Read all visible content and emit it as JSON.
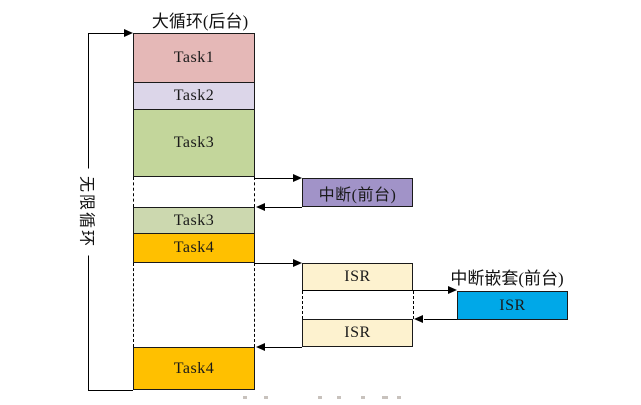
{
  "diagram": {
    "title": "大循环(后台)",
    "infinite_loop_label": "无限循环",
    "nested_interrupt_label": "中断嵌套(前台)",
    "blocks": {
      "task1": {
        "label": "Task1",
        "color": "#e5b8b7"
      },
      "task2": {
        "label": "Task2",
        "color": "#dcd6e9"
      },
      "task3": {
        "label": "Task3",
        "color": "#c3d69b"
      },
      "task3_resume": {
        "label": "Task3",
        "color": "#ccd8af"
      },
      "task4": {
        "label": "Task4",
        "color": "#ffc000"
      },
      "task4_resume": {
        "label": "Task4",
        "color": "#ffc000"
      },
      "interrupt": {
        "label": "中断(前台)",
        "color": "#a193c8"
      },
      "isr_first": {
        "label": "ISR",
        "color": "#fdf2cf"
      },
      "isr_second": {
        "label": "ISR",
        "color": "#fdf2cf"
      },
      "isr_nested": {
        "label": "ISR",
        "color": "#00a8e8"
      }
    },
    "line_color": "#000000"
  }
}
